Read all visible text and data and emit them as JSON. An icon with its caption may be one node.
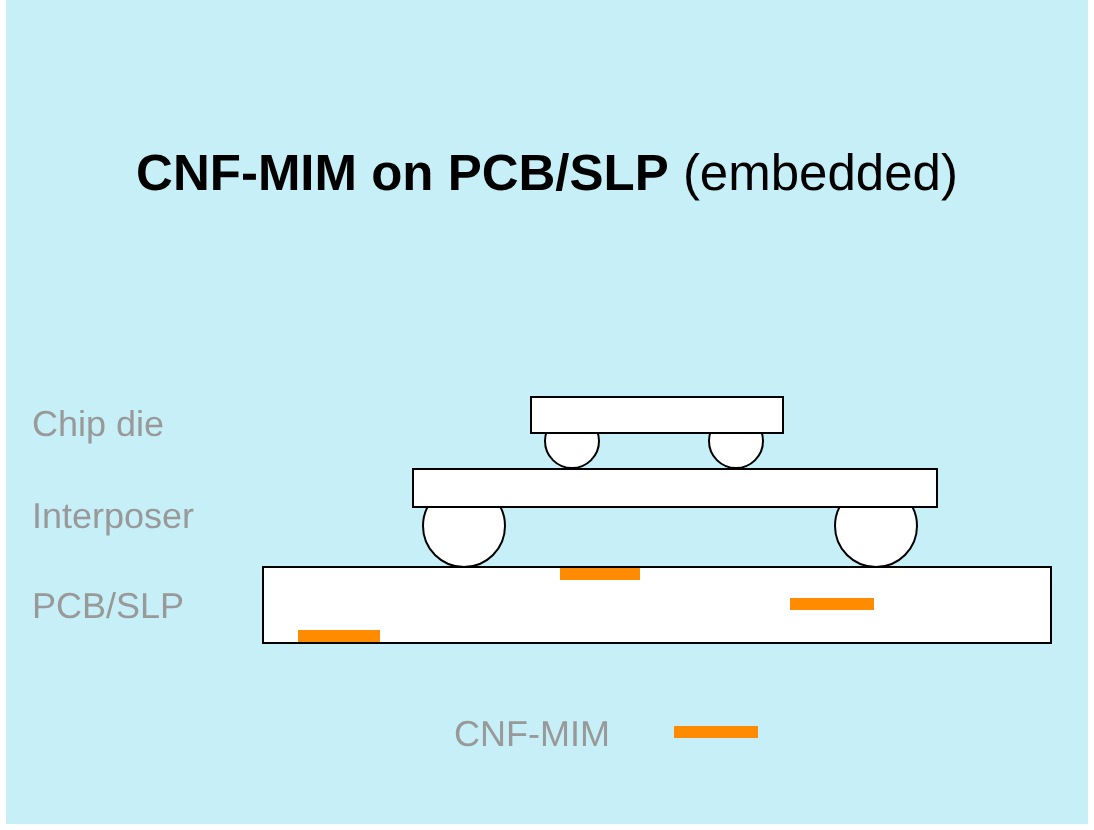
{
  "diagram": {
    "title": "**CNF-MIM on PCB/SLP** (embedded)",
    "labels": [
      "Chip die",
      "Interposer",
      "PCB/SLP"
    ],
    "legend": [
      {
        "text": "CNF-MIM",
        "color": "#ff8c00"
      }
    ]
  }
}
